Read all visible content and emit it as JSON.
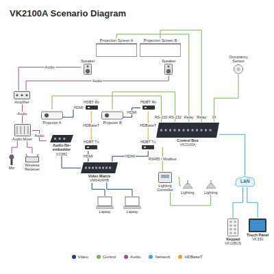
{
  "diagram": {
    "title": "VK2100A Scenario Diagram",
    "nodes": [
      {
        "text": [
          "Projection Screen A"
        ]
      },
      {
        "text": [
          "Projection Screen B"
        ]
      },
      {
        "text": [
          "Speaker"
        ]
      },
      {
        "text": [
          "Speaker"
        ]
      },
      {
        "text": [
          "Occupancy Sensor"
        ]
      },
      {
        "text": [
          "Amplifier"
        ]
      },
      {
        "text": [
          "Projector A"
        ]
      },
      {
        "text": [
          "HDBT Rx"
        ]
      },
      {
        "text": [
          "Projector B"
        ]
      },
      {
        "text": [
          "HDBT Rx"
        ]
      },
      {
        "text": [
          "Control Box",
          "VK2100A"
        ]
      },
      {
        "text": [
          "Audio Mixer"
        ]
      },
      {
        "text": [
          "HDBT Tx"
        ]
      },
      {
        "text": [
          "HDBT Tx"
        ]
      },
      {
        "text": [
          "Audio De-embedder",
          "VC882"
        ]
      },
      {
        "text": [
          "Video Matrix",
          "VM6404HB"
        ]
      },
      {
        "text": [
          "Mic"
        ]
      },
      {
        "text": [
          "Wireless Receiver"
        ]
      },
      {
        "text": [
          "Lighting Controller"
        ]
      },
      {
        "text": [
          "Lighting"
        ]
      },
      {
        "text": [
          "Lighting"
        ]
      },
      {
        "text": [
          "LAN"
        ]
      },
      {
        "text": [
          "Laptop"
        ]
      },
      {
        "text": [
          "Laptop"
        ]
      },
      {
        "text": [
          "Keypad",
          "VK108US"
        ]
      },
      {
        "text": [
          "Touch Panel",
          "VK330"
        ]
      }
    ],
    "edges": [
      {
        "from": 5,
        "to": 2,
        "label": "Audio",
        "arrow": "none"
      },
      {
        "from": 5,
        "to": 3,
        "label": "Audio",
        "arrow": "none"
      },
      {
        "from": 11,
        "to": 5,
        "label": "Audio",
        "arrow": "none"
      },
      {
        "from": 14,
        "to": 11,
        "label": "Audio",
        "arrow": "none"
      },
      {
        "from": 16,
        "to": 11,
        "arrow": "none"
      },
      {
        "from": 17,
        "to": 11,
        "arrow": "none"
      },
      {
        "from": 10,
        "to": 0,
        "label": "Relay",
        "arrow": "none"
      },
      {
        "from": 10,
        "to": 1,
        "label": "Relay",
        "arrow": "none"
      },
      {
        "from": 10,
        "to": 6,
        "label": "RS-232",
        "arrow": "none"
      },
      {
        "from": 10,
        "to": 8,
        "label": "RS-232",
        "arrow": "none"
      },
      {
        "from": 4,
        "to": 10,
        "label": "DI",
        "arrow": "none"
      },
      {
        "from": 15,
        "to": 12,
        "label": "HDMI",
        "arrow": "none"
      },
      {
        "from": 15,
        "to": 13,
        "label": "HDMI",
        "arrow": "none"
      },
      {
        "from": 12,
        "to": 7,
        "label": "HDBaseT",
        "arrow": "none"
      },
      {
        "from": 13,
        "to": 9,
        "label": "HDBaseT",
        "arrow": "none"
      },
      {
        "from": 7,
        "to": 6,
        "label": "HDMI",
        "arrow": "none"
      },
      {
        "from": 9,
        "to": 8,
        "label": "HDMI",
        "arrow": "none"
      },
      {
        "from": 15,
        "to": 14,
        "arrow": "none"
      },
      {
        "from": 22,
        "to": 15,
        "arrow": "none"
      },
      {
        "from": 23,
        "to": 15,
        "arrow": "none"
      },
      {
        "from": 10,
        "to": 18,
        "label": "RS485 / Modbus",
        "arrow": "none"
      },
      {
        "from": 18,
        "to": 19,
        "arrow": "none"
      },
      {
        "from": 18,
        "to": 20,
        "arrow": "none"
      },
      {
        "from": 10,
        "to": 21,
        "arrow": "none"
      },
      {
        "from": 21,
        "to": 24,
        "arrow": "none"
      },
      {
        "from": 21,
        "to": 25,
        "arrow": "none"
      }
    ],
    "legend": [
      {
        "text": "Video",
        "color": "#1f3c88"
      },
      {
        "text": "Control",
        "color": "#7cb342"
      },
      {
        "text": "Audio",
        "color": "#a34c8f"
      },
      {
        "text": "Network",
        "color": "#3ba7e0"
      },
      {
        "text": "HDBaseT",
        "color": "#f0a020"
      }
    ]
  }
}
